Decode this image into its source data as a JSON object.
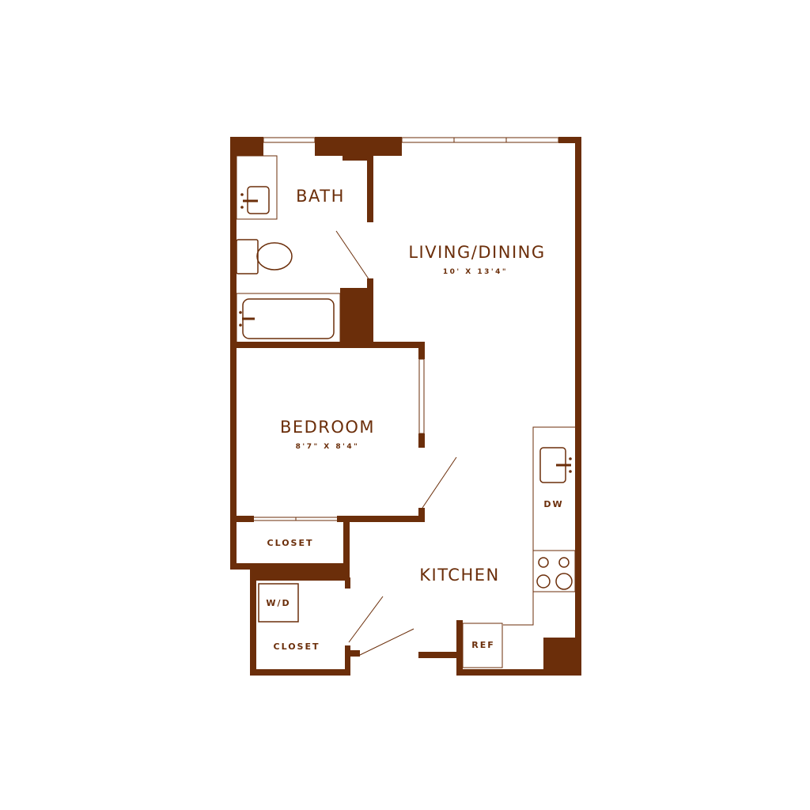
{
  "colors": {
    "wall": "#6b2e0a",
    "background": "#ffffff"
  },
  "rooms": {
    "bath": {
      "name": "BATH"
    },
    "living": {
      "name": "LIVING/DINING",
      "dimensions": "10' X 13'4\""
    },
    "bedroom": {
      "name": "BEDROOM",
      "dimensions": "8'7\" X 8'4\""
    },
    "kitchen": {
      "name": "KITCHEN"
    },
    "closet_bedroom": {
      "name": "CLOSET"
    },
    "closet_laundry": {
      "name": "CLOSET"
    }
  },
  "fixtures": {
    "dishwasher": "DW",
    "washer_dryer": "W/D",
    "refrigerator": "REF"
  },
  "icons": [
    "sink-icon",
    "toilet-icon",
    "bathtub-icon",
    "kitchen-sink-icon",
    "cooktop-icon"
  ]
}
